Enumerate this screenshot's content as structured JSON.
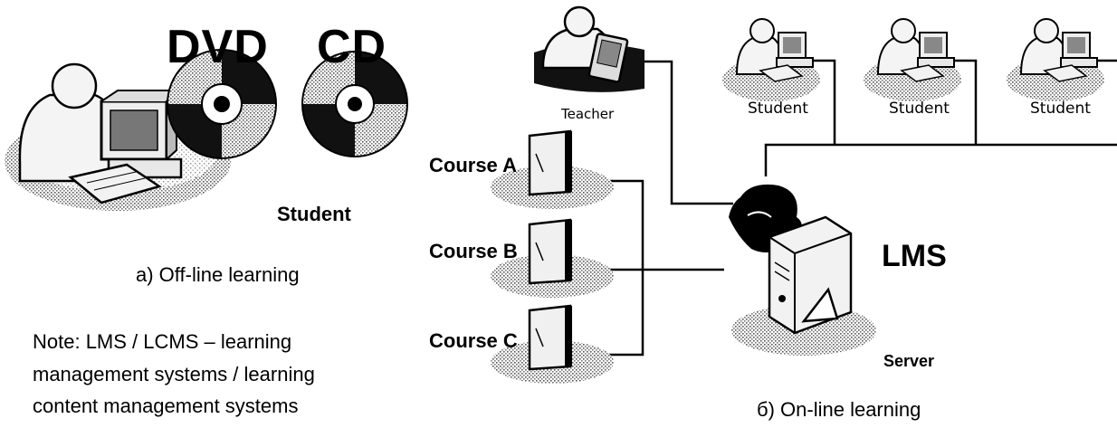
{
  "offline": {
    "disc_labels": [
      "DVD",
      "CD"
    ],
    "student_label": "Student",
    "caption": "a) Off-line learning"
  },
  "note": {
    "lines": [
      "Note: LMS / LCMS – learning",
      "management systems / learning",
      "content management systems"
    ]
  },
  "online": {
    "teacher_label": "Teacher",
    "student_labels": [
      "Student",
      "Student",
      "Student"
    ],
    "courses": [
      "Course A",
      "Course B",
      "Course C"
    ],
    "lms_label": "LMS",
    "server_label": "Server",
    "caption": "б) On-line learning"
  },
  "icons": {
    "offline_student": "student-computer-icon",
    "disc": "disc-icon",
    "teacher": "teacher-pda-icon",
    "student": "student-computer-icon",
    "course": "book-icon",
    "server": "server-globe-icon"
  }
}
